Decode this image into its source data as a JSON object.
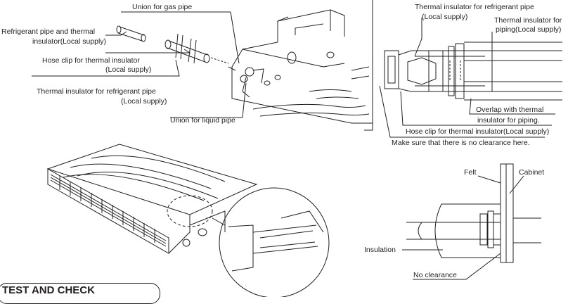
{
  "labels": {
    "gas_union": "Union for gas pipe",
    "ref_pipe_1": "Refrigerant pipe and thermal",
    "ref_pipe_2": "insulator(Local supply)",
    "hose_clip_1": "Hose clip for thermal insulator",
    "hose_clip_2": "(Local supply)",
    "ins_ref_1": "Thermal insulator for refrigerant pipe",
    "ins_ref_2": "(Local supply)",
    "liquid_union": "Union for liquid pipe",
    "detail_ins_ref_1": "Thermal insulator for refrigerant pipe",
    "detail_ins_ref_2": "(Local supply)",
    "detail_ins_pipe_1": "Thermal insulator for",
    "detail_ins_pipe_2": "piping(Local supply)",
    "overlap_1": "Overlap with thermal",
    "overlap_2": "insulator for piping.",
    "detail_hose_clip": "Hose clip for thermal insulator(Local supply)",
    "no_clearance_here": "Make sure that there is no clearance here.",
    "felt": "Felt",
    "cabinet": "Cabinet",
    "insulation": "Insulation",
    "no_clearance": "No clearance"
  },
  "section_title": "TEST AND CHECK"
}
